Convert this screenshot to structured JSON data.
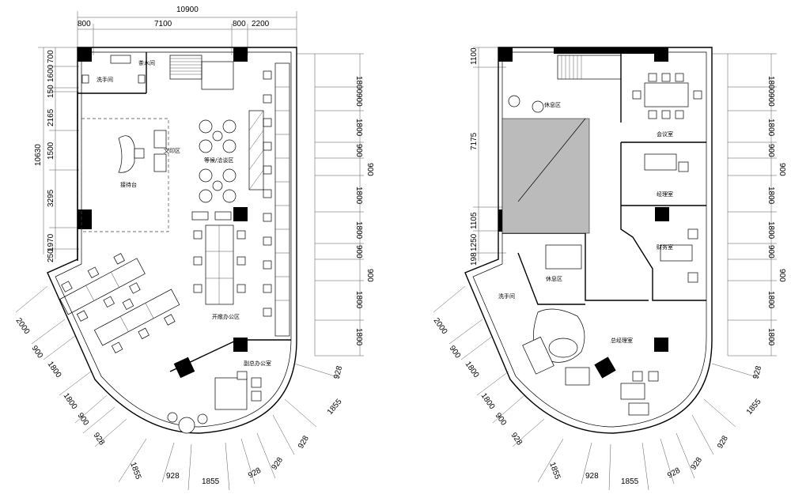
{
  "left_plan": {
    "top_total": "10900",
    "top_segments": [
      "800",
      "7100",
      "800",
      "2200"
    ],
    "left_total": "10630",
    "left_segments": [
      "700",
      "1600",
      "150",
      "2165",
      "1500",
      "3295",
      "1970",
      "250"
    ],
    "right_segments": [
      "1800",
      "900",
      "1800",
      "900",
      "900",
      "1800",
      "1800",
      "900",
      "900",
      "1800",
      "1800"
    ],
    "curve_left_segments": [
      "2000",
      "900",
      "1800",
      "1800",
      "900",
      "928"
    ],
    "curve_bottom_segments": [
      "1855",
      "928",
      "1855",
      "928",
      "928"
    ],
    "curve_right_segments": [
      "928",
      "1855",
      "928"
    ],
    "rooms": {
      "tea": "茶水间",
      "washroom": "洗手间",
      "print": "文印区",
      "reception": "接待台",
      "waiting": "等候/洽谈区",
      "open_office": "开敞办公区",
      "vice_gm": "副总办公室"
    }
  },
  "right_plan": {
    "left_segments": [
      "1100",
      "7175",
      "1105",
      "1250",
      "198"
    ],
    "right_segments": [
      "1800",
      "900",
      "1800",
      "900",
      "900",
      "1800",
      "1800",
      "900",
      "900",
      "1800",
      "1800"
    ],
    "curve_left_segments": [
      "2000",
      "900",
      "1800",
      "1800",
      "900",
      "928"
    ],
    "curve_bottom_segments": [
      "1855",
      "928",
      "1855",
      "928",
      "928"
    ],
    "curve_right_segments": [
      "928",
      "1855",
      "928"
    ],
    "rooms": {
      "lounge_top": "休息区",
      "meeting": "会议室",
      "manager": "经理室",
      "finance": "财务室",
      "lounge_mid": "休息区",
      "washroom": "洗手间",
      "gm_office": "总经理室"
    }
  }
}
